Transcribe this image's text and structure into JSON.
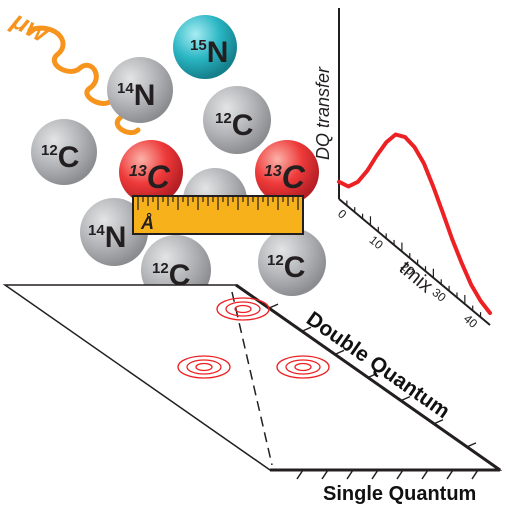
{
  "microwave": {
    "label": "μw",
    "color": "#f7941d"
  },
  "atoms": [
    {
      "iso": "15",
      "el": "N",
      "kind": "n15"
    },
    {
      "iso": "14",
      "el": "N",
      "kind": "plain"
    },
    {
      "iso": "12",
      "el": "C",
      "kind": "plain"
    },
    {
      "iso": "12",
      "el": "C",
      "kind": "plain"
    },
    {
      "iso": "13",
      "el": "C",
      "kind": "c13"
    },
    {
      "iso": "13",
      "el": "C",
      "kind": "c13"
    },
    {
      "iso": "14",
      "el": "N",
      "kind": "plain"
    },
    {
      "iso": "12",
      "el": "C",
      "kind": "plain"
    },
    {
      "iso": "12",
      "el": "C",
      "kind": "plain"
    }
  ],
  "ruler": {
    "label": "Å",
    "color": "#f7b21b"
  },
  "colors": {
    "gray_atom": "#a7a9ac",
    "n15_atom": "#2ab6c4",
    "c13_atom": "#ee3a3a",
    "curve": "#ed2124",
    "contour": "#ed2124"
  },
  "chart_data": {
    "type": "line",
    "ylabel": "DQ transfer",
    "xlabel": "tmix",
    "xticks": [
      "0",
      "10",
      "20",
      "30",
      "40"
    ],
    "xlim": [
      0,
      48
    ],
    "series": [
      {
        "x": [
          0,
          3,
          6,
          9,
          12,
          15,
          18,
          21,
          24,
          27,
          30,
          33,
          36,
          39,
          42,
          45,
          48
        ],
        "y": [
          0.05,
          0.08,
          0.2,
          0.38,
          0.6,
          0.8,
          0.95,
          1.0,
          0.98,
          0.9,
          0.75,
          0.58,
          0.4,
          0.25,
          0.12,
          0.04,
          0.0
        ]
      }
    ]
  },
  "spectrum": {
    "y_axis_label": "Double Quantum",
    "x_axis_label": "Single Quantum"
  }
}
